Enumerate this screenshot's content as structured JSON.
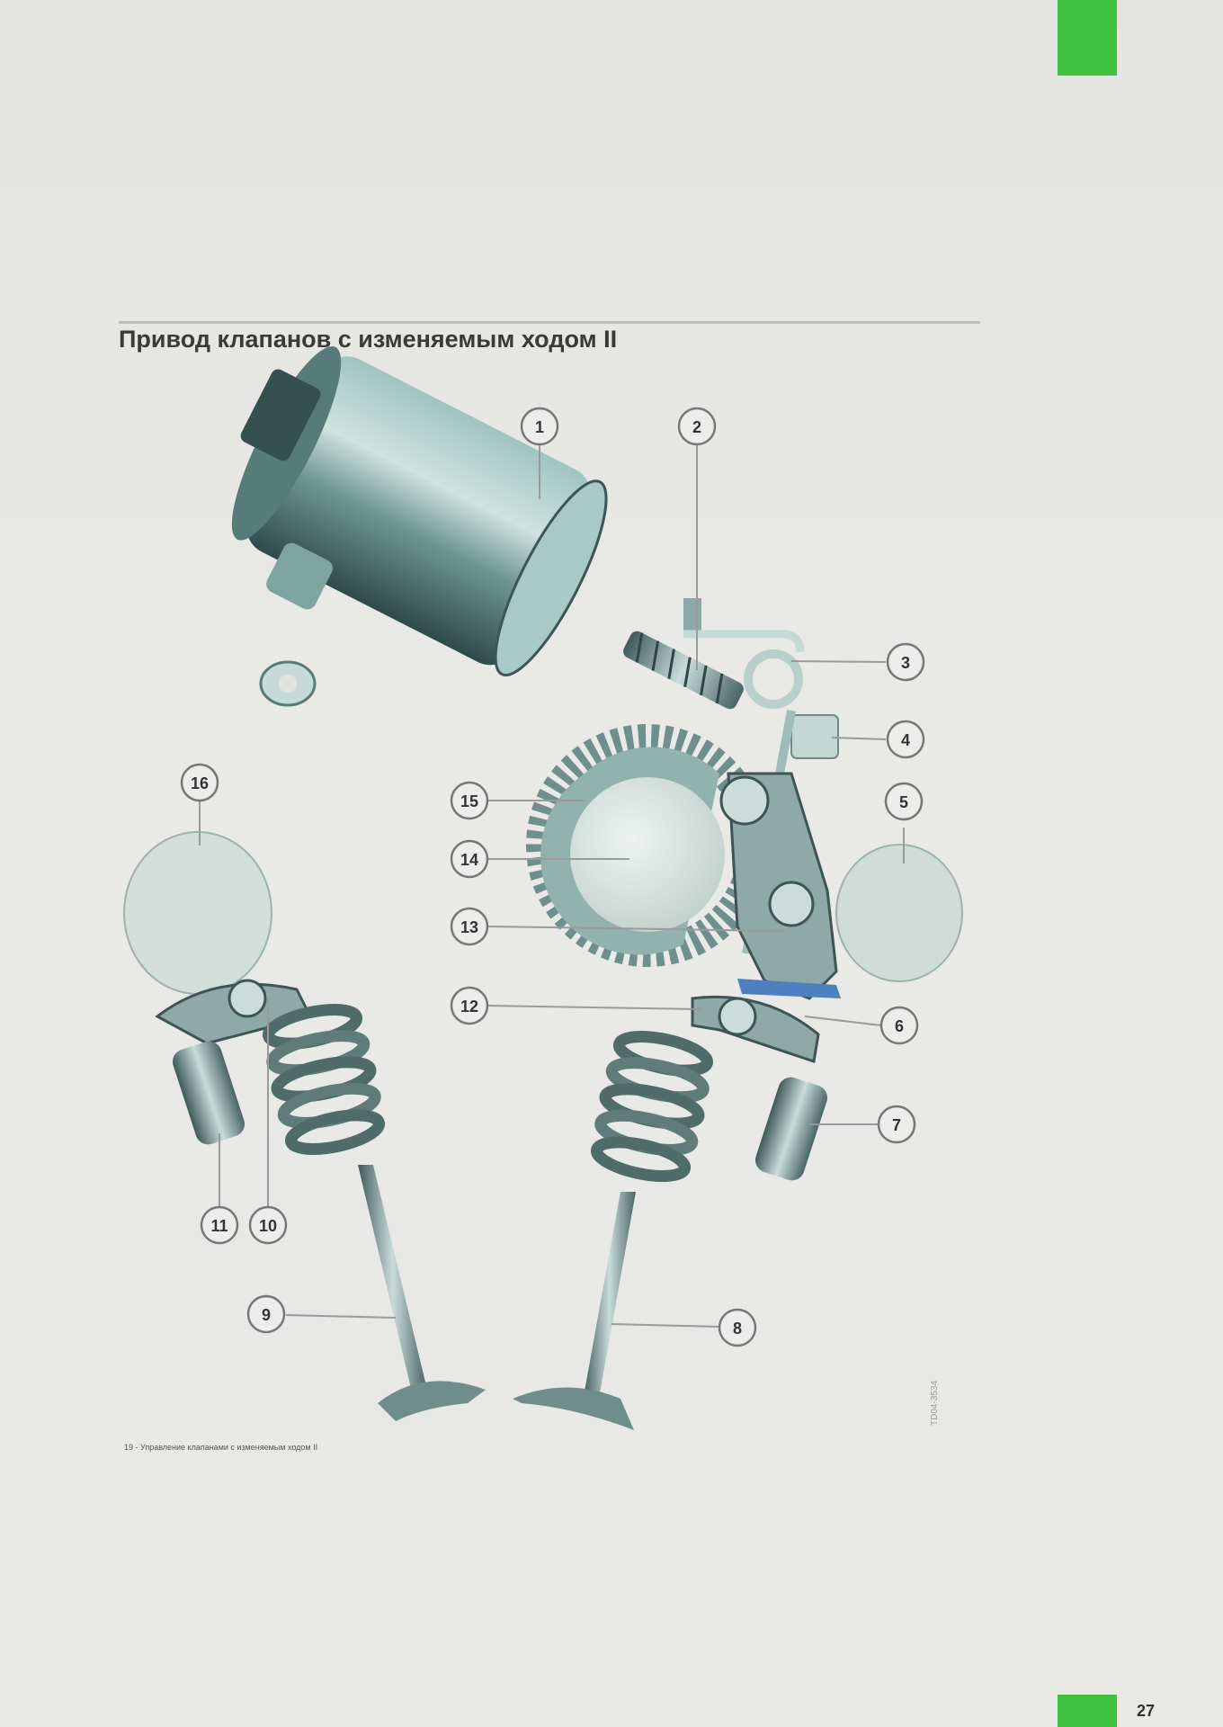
{
  "page": {
    "title": "Привод клапанов с изменяемым ходом II",
    "figure_caption": "19 - Управление клапанами с изменяемым ходом II",
    "figure_code": "TD04-3534",
    "page_number": "27"
  },
  "callouts": [
    {
      "label": "1"
    },
    {
      "label": "2"
    },
    {
      "label": "3"
    },
    {
      "label": "4"
    },
    {
      "label": "5"
    },
    {
      "label": "6"
    },
    {
      "label": "7"
    },
    {
      "label": "8"
    },
    {
      "label": "9"
    },
    {
      "label": "10"
    },
    {
      "label": "11"
    },
    {
      "label": "12"
    },
    {
      "label": "13"
    },
    {
      "label": "14"
    },
    {
      "label": "15"
    },
    {
      "label": "16"
    }
  ],
  "colors": {
    "accent_green": "#3fc23f",
    "metal": "#8fb3b0",
    "cam_disc": "#d8e2de"
  }
}
